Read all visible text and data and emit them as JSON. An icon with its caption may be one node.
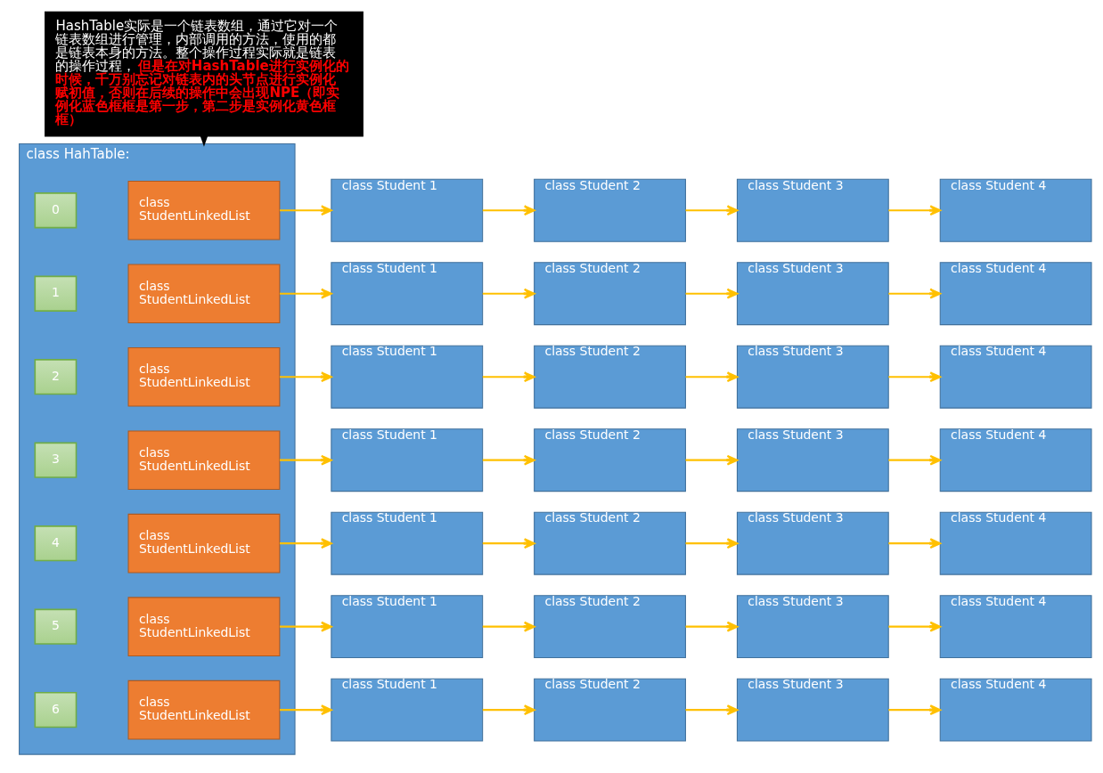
{
  "diagram": {
    "nodes": [
      {
        "text": [
          "HashTable实际是一个链表数组，通过它对一个链表数组进行管理，内部调用的方法，使用的都是链表本身的方法。整个操作过程实际就是链表的操作过程，",
          "但是在对HashTable进行实例化的时候，千万别忘记对链表内的头节点进行实例化赋初值，否则在后续的操作中会出现NPE（即实例化蓝色框框是第一步，第二步是实例化黄色框框）"
        ]
      },
      {
        "text": [
          "class HahTable:"
        ]
      },
      {
        "text": [
          "0"
        ],
        "in": 1
      },
      {
        "text": [
          "class StudentLinkedList"
        ],
        "in": 1
      },
      {
        "text": [
          "class Student 1"
        ]
      },
      {
        "text": [
          "class Student 2"
        ]
      },
      {
        "text": [
          "class Student 3"
        ]
      },
      {
        "text": [
          "class Student 4"
        ]
      },
      {
        "text": [
          "1"
        ],
        "in": 1
      },
      {
        "text": [
          "class StudentLinkedList"
        ],
        "in": 1
      },
      {
        "text": [
          "class Student 1"
        ]
      },
      {
        "text": [
          "class Student 2"
        ]
      },
      {
        "text": [
          "class Student 3"
        ]
      },
      {
        "text": [
          "class Student 4"
        ]
      },
      {
        "text": [
          "2"
        ],
        "in": 1
      },
      {
        "text": [
          "class StudentLinkedList"
        ],
        "in": 1
      },
      {
        "text": [
          "class Student 1"
        ]
      },
      {
        "text": [
          "class Student 2"
        ]
      },
      {
        "text": [
          "class Student 3"
        ]
      },
      {
        "text": [
          "class Student 4"
        ]
      },
      {
        "text": [
          "3"
        ],
        "in": 1
      },
      {
        "text": [
          "class StudentLinkedList"
        ],
        "in": 1
      },
      {
        "text": [
          "class Student 1"
        ]
      },
      {
        "text": [
          "class Student 2"
        ]
      },
      {
        "text": [
          "class Student 3"
        ]
      },
      {
        "text": [
          "class Student 4"
        ]
      },
      {
        "text": [
          "4"
        ],
        "in": 1
      },
      {
        "text": [
          "class StudentLinkedList"
        ],
        "in": 1
      },
      {
        "text": [
          "class Student 1"
        ]
      },
      {
        "text": [
          "class Student 2"
        ]
      },
      {
        "text": [
          "class Student 3"
        ]
      },
      {
        "text": [
          "class Student 4"
        ]
      },
      {
        "text": [
          "5"
        ],
        "in": 1
      },
      {
        "text": [
          "class StudentLinkedList"
        ],
        "in": 1
      },
      {
        "text": [
          "class Student 1"
        ]
      },
      {
        "text": [
          "class Student 2"
        ]
      },
      {
        "text": [
          "class Student 3"
        ]
      },
      {
        "text": [
          "class Student 4"
        ]
      },
      {
        "text": [
          "6"
        ],
        "in": 1
      },
      {
        "text": [
          "class StudentLinkedList"
        ],
        "in": 1
      },
      {
        "text": [
          "class Student 1"
        ]
      },
      {
        "text": [
          "class Student 2"
        ]
      },
      {
        "text": [
          "class Student 3"
        ]
      },
      {
        "text": [
          "class Student 4"
        ]
      }
    ],
    "edges": [
      {
        "from": 0,
        "to": 1,
        "arrow": "to",
        "color": "#000000"
      },
      {
        "from": 3,
        "to": 4,
        "arrow": "to"
      },
      {
        "from": 4,
        "to": 5,
        "arrow": "to"
      },
      {
        "from": 5,
        "to": 6,
        "arrow": "to"
      },
      {
        "from": 6,
        "to": 7,
        "arrow": "to"
      },
      {
        "from": 9,
        "to": 10,
        "arrow": "to"
      },
      {
        "from": 10,
        "to": 11,
        "arrow": "to"
      },
      {
        "from": 11,
        "to": 12,
        "arrow": "to"
      },
      {
        "from": 12,
        "to": 13,
        "arrow": "to"
      },
      {
        "from": 15,
        "to": 16,
        "arrow": "to"
      },
      {
        "from": 16,
        "to": 17,
        "arrow": "to"
      },
      {
        "from": 17,
        "to": 18,
        "arrow": "to"
      },
      {
        "from": 18,
        "to": 19,
        "arrow": "to"
      },
      {
        "from": 21,
        "to": 22,
        "arrow": "to"
      },
      {
        "from": 22,
        "to": 23,
        "arrow": "to"
      },
      {
        "from": 23,
        "to": 24,
        "arrow": "to"
      },
      {
        "from": 24,
        "to": 25,
        "arrow": "to"
      },
      {
        "from": 27,
        "to": 28,
        "arrow": "to"
      },
      {
        "from": 28,
        "to": 29,
        "arrow": "to"
      },
      {
        "from": 29,
        "to": 30,
        "arrow": "to"
      },
      {
        "from": 30,
        "to": 31,
        "arrow": "to"
      },
      {
        "from": 33,
        "to": 34,
        "arrow": "to"
      },
      {
        "from": 34,
        "to": 35,
        "arrow": "to"
      },
      {
        "from": 35,
        "to": 36,
        "arrow": "to"
      },
      {
        "from": 36,
        "to": 37,
        "arrow": "to"
      },
      {
        "from": 39,
        "to": 40,
        "arrow": "to"
      },
      {
        "from": 40,
        "to": 41,
        "arrow": "to"
      },
      {
        "from": 41,
        "to": 42,
        "arrow": "to"
      },
      {
        "from": 42,
        "to": 43,
        "arrow": "to"
      }
    ]
  }
}
